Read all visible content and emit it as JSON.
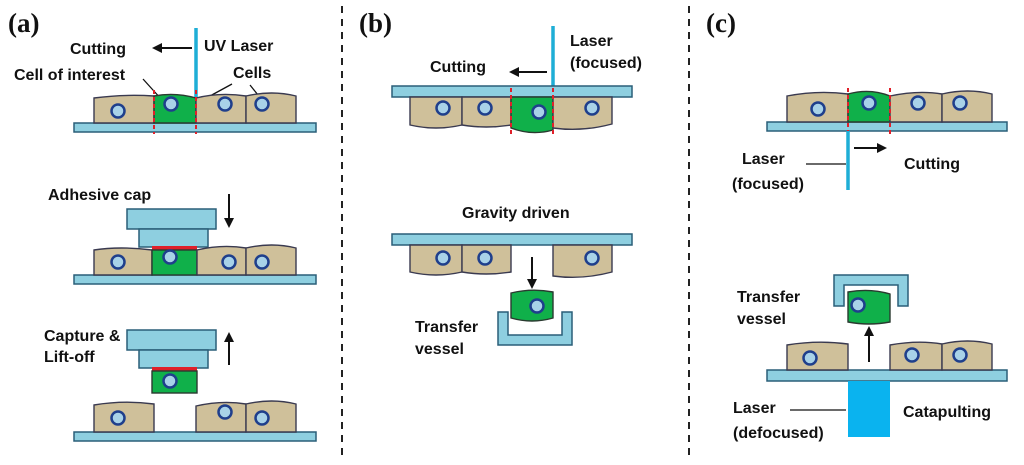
{
  "panels": {
    "a": {
      "label": "(a)",
      "cutting": "Cutting",
      "uv_laser": "UV Laser",
      "cell_of_interest": "Cell of interest",
      "cells": "Cells",
      "adhesive_cap": "Adhesive cap",
      "capture_line1": "Capture &",
      "capture_line2": "Lift-off"
    },
    "b": {
      "label": "(b)",
      "laser_line1": "Laser",
      "laser_line2": "(focused)",
      "cutting": "Cutting",
      "gravity": "Gravity driven",
      "transfer_line1": "Transfer",
      "transfer_line2": "vessel"
    },
    "c": {
      "label": "(c)",
      "laser_line1": "Laser",
      "laser_line2": "(focused)",
      "cutting": "Cutting",
      "transfer_line1": "Transfer",
      "transfer_line2": "vessel",
      "defocused_line1": "Laser",
      "defocused_line2": "(defocused)",
      "catapulting": "Catapulting"
    }
  },
  "colors": {
    "slide": "#8ecfe0",
    "cell": "#cfc09a",
    "cell_of_interest": "#10b04a",
    "nucleus": "#a8d2e8",
    "laser": "#1eaed6",
    "cut_line": "#e0202a",
    "adhesive": "#e0202a"
  }
}
